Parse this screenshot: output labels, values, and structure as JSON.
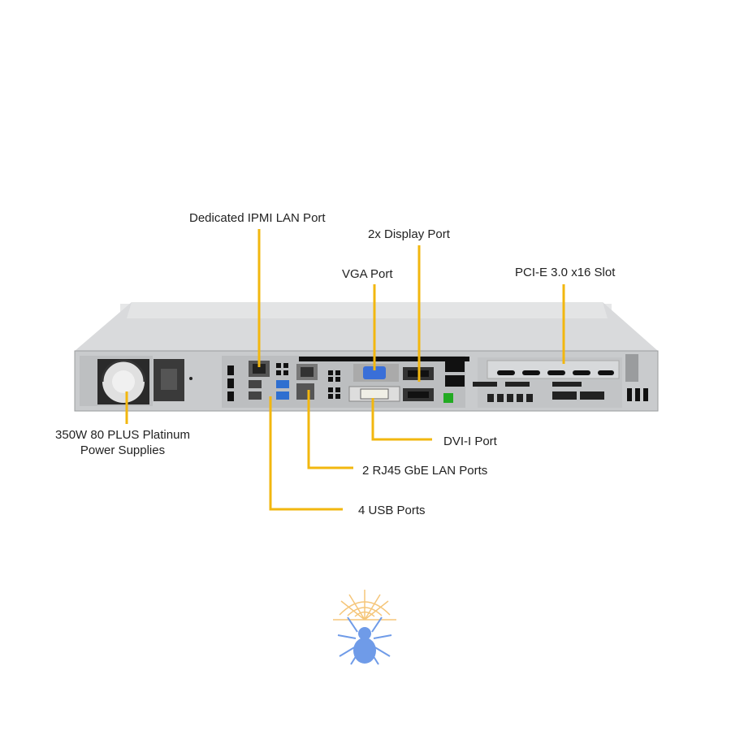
{
  "labels": {
    "ipmi": "Dedicated IPMI LAN Port",
    "display_port": "2x Display Port",
    "vga": "VGA Port",
    "pcie": "PCI-E 3.0 x16 Slot",
    "psu_line1": "350W 80 PLUS Platinum",
    "psu_line2": "Power Supplies",
    "dvi": "DVI-I Port",
    "rj45": "2 RJ45 GbE LAN Ports",
    "usb": "4 USB Ports"
  },
  "colors": {
    "callout": "#f2b70f",
    "chassis": "#d4d6d8",
    "panel": "#c4c6c8",
    "vga_blue": "#3a6fd8",
    "usb3_blue": "#2f6fd0",
    "logo_web": "#f5c67a",
    "logo_spider": "#6f9be8"
  },
  "logo": {
    "icon": "spider-web-logo"
  }
}
